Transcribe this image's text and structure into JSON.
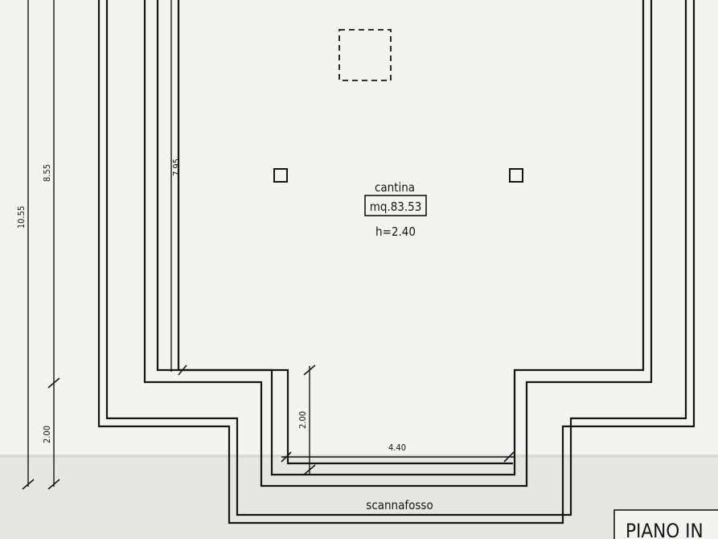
{
  "room": {
    "name": "cantina",
    "area": "mq.83.53",
    "height": "h=2.40"
  },
  "outer_label": "scannafosso",
  "dimensions": {
    "total_height": "10.55",
    "upper_height": "8.55",
    "lower_height": "2.00",
    "inner_height": "7.95",
    "recess_height": "2.00",
    "recess_width": "4.40"
  },
  "title_block": "PIANO IN"
}
